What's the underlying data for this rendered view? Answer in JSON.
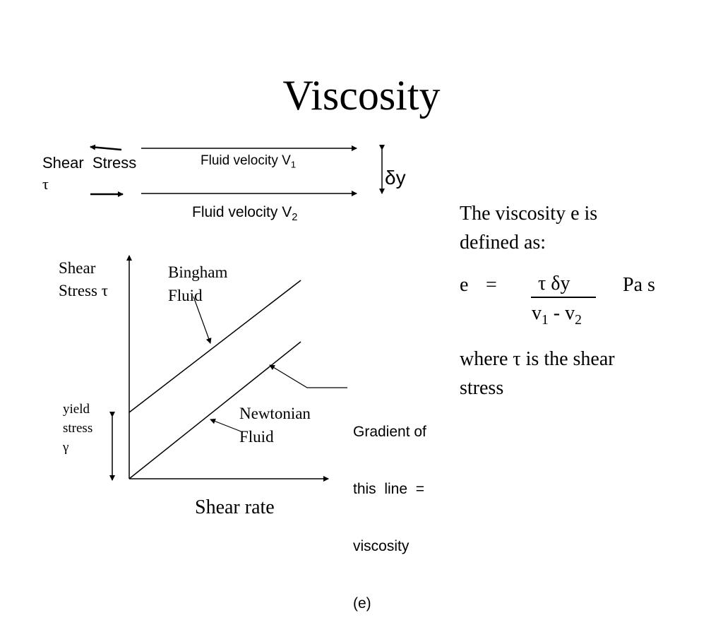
{
  "slide": {
    "title": "Viscosity"
  },
  "plates": {
    "shear_stress_label": "Shear  Stress",
    "tau_symbol": "τ",
    "velocity_top": "Fluid velocity V",
    "velocity_top_sub": "1",
    "velocity_bottom": "Fluid velocity V",
    "velocity_bottom_sub": "2",
    "gap_label": "δy"
  },
  "graph": {
    "ylabel_line1": "Shear",
    "ylabel_line2": "Stress τ",
    "xlabel": "Shear rate",
    "bingham_line1": "Bingham",
    "bingham_line2": "Fluid",
    "newtonian_line1": "Newtonian",
    "newtonian_line2": "Fluid",
    "yield_line1": "yield",
    "yield_line2": "stress",
    "yield_line3": "γ",
    "gradient_line1": "Gradient of",
    "gradient_line2": "this  line  =",
    "gradient_line3": "viscosity",
    "gradient_line4": "(e)"
  },
  "definition": {
    "intro_line1": "The viscosity e is",
    "intro_line2": "defined as:",
    "eq_lhs": "e",
    "eq_equals": "=",
    "numerator": "τ δy",
    "denominator_v1": "v",
    "denominator_sub1": "1",
    "denominator_mid": " - v",
    "denominator_sub2": "2",
    "units": "Pa s",
    "where_line1": "where τ is the shear",
    "where_line2": "stress"
  }
}
